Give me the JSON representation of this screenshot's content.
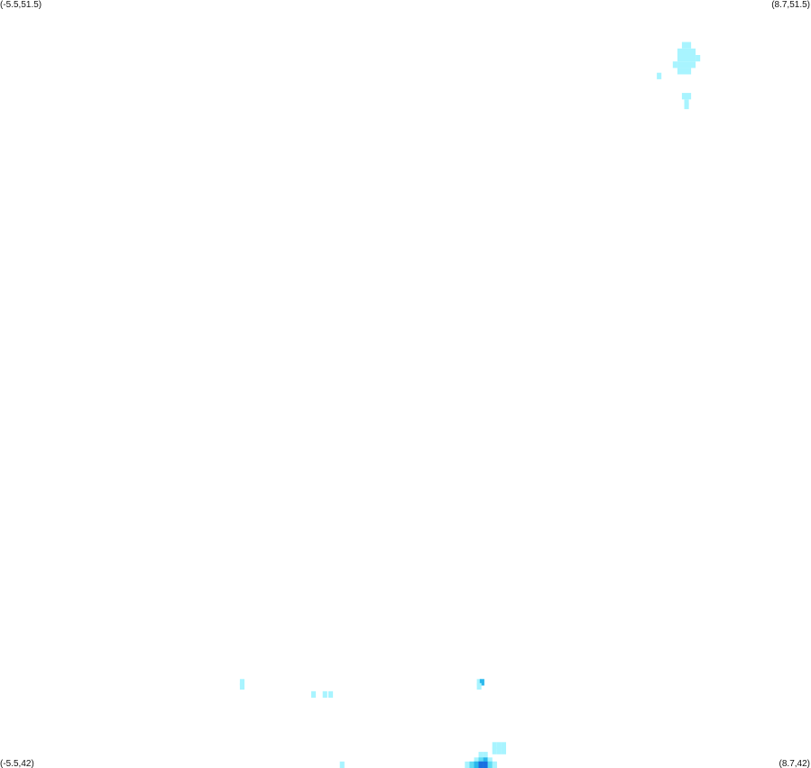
{
  "map": {
    "corner_labels": {
      "top_left": "(-5.5,51.5)",
      "top_right": "(8.7,51.5)",
      "bottom_left": "(-5.5,42)",
      "bottom_right": "(8.7,42)"
    },
    "bounds": {
      "lon_min": -5.5,
      "lon_max": 8.7,
      "lat_min": 42,
      "lat_max": 51.5
    },
    "cell_size_deg": 0.08,
    "colors": {
      "background": "#ffffff",
      "low": "#a8f4ff",
      "mid": "#5fdcf4",
      "high": "#2ab8ec",
      "peak": "#1a6fe0"
    },
    "cells": [
      {
        "lon": 6.44,
        "lat": 50.98,
        "level": 1
      },
      {
        "lon": 6.52,
        "lat": 50.98,
        "level": 1
      },
      {
        "lon": 6.36,
        "lat": 50.9,
        "level": 1
      },
      {
        "lon": 6.44,
        "lat": 50.9,
        "level": 1
      },
      {
        "lon": 6.52,
        "lat": 50.9,
        "level": 1
      },
      {
        "lon": 6.6,
        "lat": 50.9,
        "level": 1
      },
      {
        "lon": 6.36,
        "lat": 50.82,
        "level": 1
      },
      {
        "lon": 6.44,
        "lat": 50.82,
        "level": 1
      },
      {
        "lon": 6.52,
        "lat": 50.82,
        "level": 1
      },
      {
        "lon": 6.6,
        "lat": 50.82,
        "level": 1
      },
      {
        "lon": 6.68,
        "lat": 50.82,
        "level": 1
      },
      {
        "lon": 6.28,
        "lat": 50.74,
        "level": 1
      },
      {
        "lon": 6.36,
        "lat": 50.74,
        "level": 1
      },
      {
        "lon": 6.44,
        "lat": 50.74,
        "level": 1
      },
      {
        "lon": 6.52,
        "lat": 50.74,
        "level": 1
      },
      {
        "lon": 6.6,
        "lat": 50.74,
        "level": 1
      },
      {
        "lon": 6.36,
        "lat": 50.66,
        "level": 1
      },
      {
        "lon": 6.44,
        "lat": 50.66,
        "level": 1
      },
      {
        "lon": 6.52,
        "lat": 50.66,
        "level": 1
      },
      {
        "lon": 6.0,
        "lat": 50.6,
        "level": 1
      },
      {
        "lon": 6.44,
        "lat": 50.35,
        "level": 1
      },
      {
        "lon": 6.52,
        "lat": 50.35,
        "level": 1
      },
      {
        "lon": 6.48,
        "lat": 50.27,
        "level": 1
      },
      {
        "lon": 6.48,
        "lat": 50.23,
        "level": 1
      },
      {
        "lon": -1.3,
        "lat": 43.1,
        "level": 1
      },
      {
        "lon": -1.3,
        "lat": 43.05,
        "level": 1
      },
      {
        "lon": -0.05,
        "lat": 42.95,
        "level": 1
      },
      {
        "lon": 0.15,
        "lat": 42.95,
        "level": 1
      },
      {
        "lon": 0.25,
        "lat": 42.95,
        "level": 1
      },
      {
        "lon": 2.85,
        "lat": 43.1,
        "level": 1
      },
      {
        "lon": 2.9,
        "lat": 43.1,
        "level": 3
      },
      {
        "lon": 2.85,
        "lat": 43.05,
        "level": 1
      },
      {
        "lon": 3.12,
        "lat": 42.32,
        "level": 1
      },
      {
        "lon": 3.2,
        "lat": 42.32,
        "level": 1
      },
      {
        "lon": 3.28,
        "lat": 42.32,
        "level": 1
      },
      {
        "lon": 3.12,
        "lat": 42.25,
        "level": 1
      },
      {
        "lon": 3.2,
        "lat": 42.25,
        "level": 1
      },
      {
        "lon": 3.28,
        "lat": 42.25,
        "level": 1
      },
      {
        "lon": 2.88,
        "lat": 42.2,
        "level": 1
      },
      {
        "lon": 2.96,
        "lat": 42.2,
        "level": 1
      },
      {
        "lon": 2.8,
        "lat": 42.13,
        "level": 1
      },
      {
        "lon": 2.88,
        "lat": 42.13,
        "level": 2
      },
      {
        "lon": 2.96,
        "lat": 42.13,
        "level": 3
      },
      {
        "lon": 3.04,
        "lat": 42.13,
        "level": 1
      },
      {
        "lon": 2.72,
        "lat": 42.06,
        "level": 1
      },
      {
        "lon": 2.8,
        "lat": 42.06,
        "level": 3
      },
      {
        "lon": 2.88,
        "lat": 42.06,
        "level": 4
      },
      {
        "lon": 2.96,
        "lat": 42.06,
        "level": 3
      },
      {
        "lon": 3.04,
        "lat": 42.06,
        "level": 2
      },
      {
        "lon": 3.12,
        "lat": 42.06,
        "level": 1
      },
      {
        "lon": 2.64,
        "lat": 42.0,
        "level": 1
      },
      {
        "lon": 2.72,
        "lat": 42.0,
        "level": 2
      },
      {
        "lon": 2.8,
        "lat": 42.0,
        "level": 3
      },
      {
        "lon": 2.88,
        "lat": 42.0,
        "level": 4
      },
      {
        "lon": 2.96,
        "lat": 42.0,
        "level": 4
      },
      {
        "lon": 3.04,
        "lat": 42.0,
        "level": 2
      },
      {
        "lon": 3.12,
        "lat": 42.0,
        "level": 1
      },
      {
        "lon": 0.45,
        "lat": 42.0,
        "level": 1
      }
    ]
  }
}
